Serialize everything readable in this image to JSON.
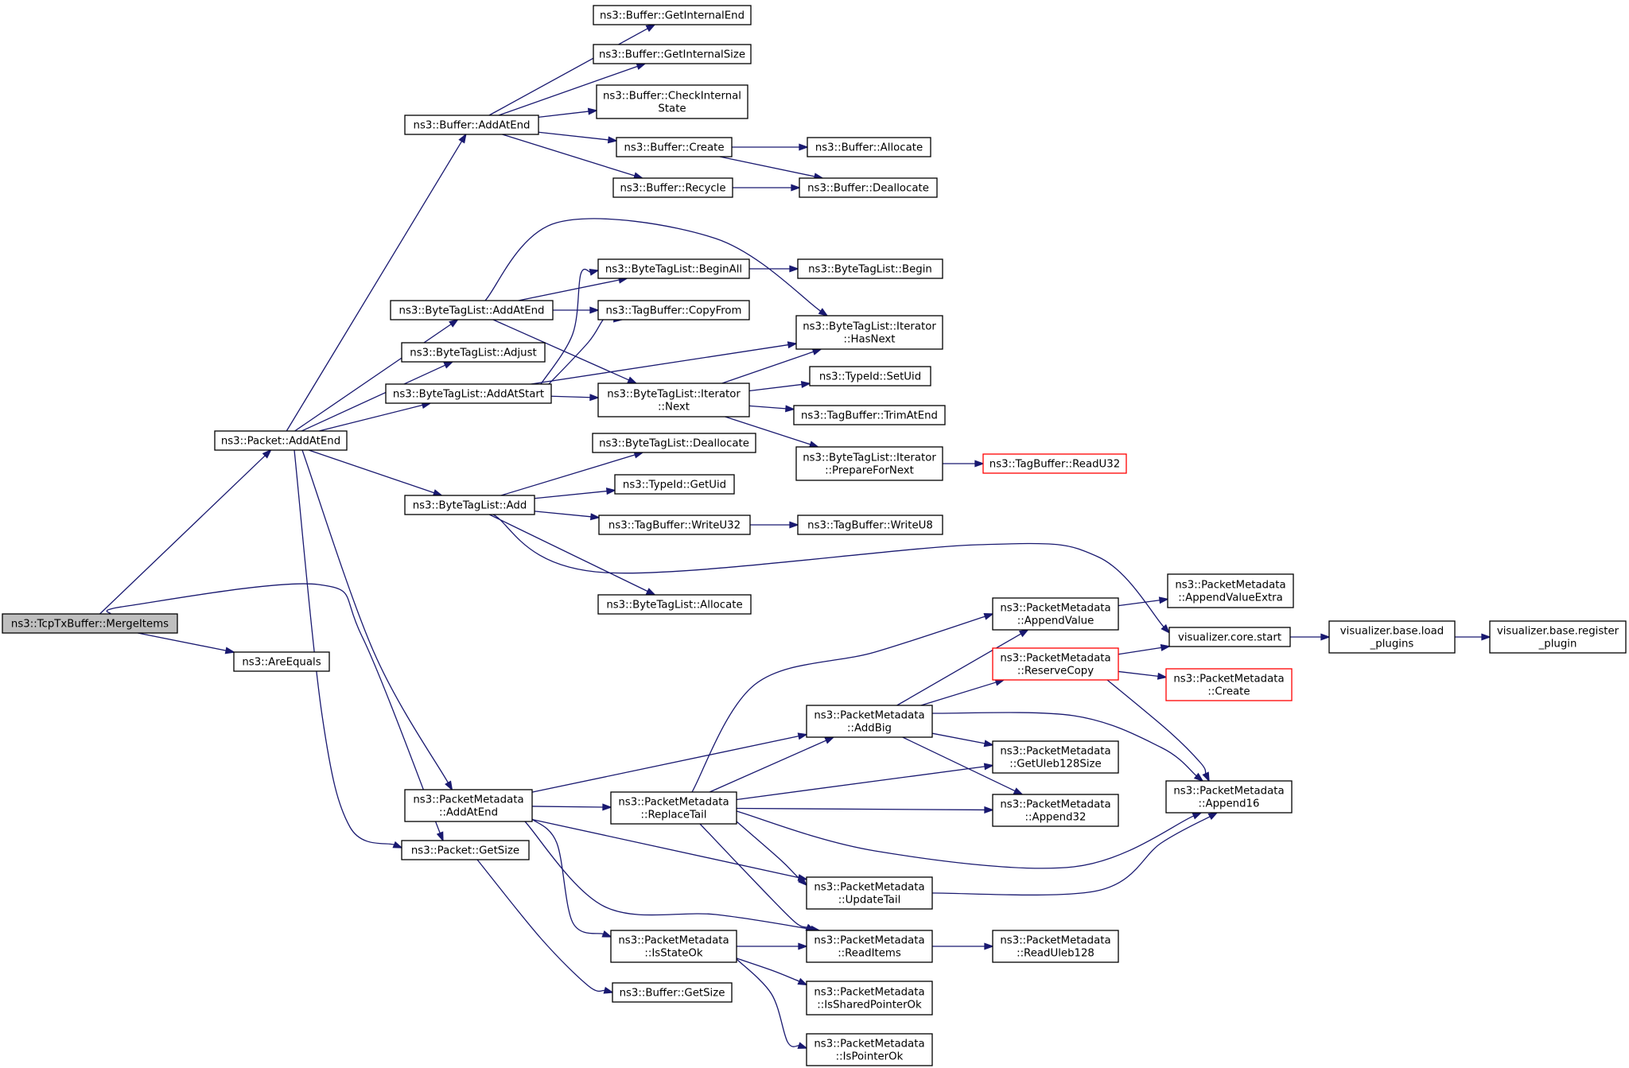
{
  "colors": {
    "edge": "#191970",
    "node_border": "#000000",
    "node_border_truncated": "#ff0000",
    "root_fill": "#bfbfbf",
    "node_fill": "#ffffff"
  },
  "nodes": [
    {
      "id": "merge_items",
      "lines": [
        "ns3::TcpTxBuffer::MergeItems"
      ],
      "root": true
    },
    {
      "id": "packet_add_at_end",
      "lines": [
        "ns3::Packet::AddAtEnd"
      ]
    },
    {
      "id": "are_equals",
      "lines": [
        "ns3::AreEquals"
      ]
    },
    {
      "id": "packet_get_size",
      "lines": [
        "ns3::Packet::GetSize"
      ]
    },
    {
      "id": "buffer_add_at_end",
      "lines": [
        "ns3::Buffer::AddAtEnd"
      ]
    },
    {
      "id": "btl_add_at_end",
      "lines": [
        "ns3::ByteTagList::AddAtEnd"
      ]
    },
    {
      "id": "btl_adjust",
      "lines": [
        "ns3::ByteTagList::Adjust"
      ]
    },
    {
      "id": "btl_add_at_start",
      "lines": [
        "ns3::ByteTagList::AddAtStart"
      ]
    },
    {
      "id": "btl_add",
      "lines": [
        "ns3::ByteTagList::Add"
      ]
    },
    {
      "id": "pm_add_at_end",
      "lines": [
        "ns3::PacketMetadata",
        "::AddAtEnd"
      ]
    },
    {
      "id": "buffer_get_internal_end",
      "lines": [
        "ns3::Buffer::GetInternalEnd"
      ]
    },
    {
      "id": "buffer_get_internal_size",
      "lines": [
        "ns3::Buffer::GetInternalSize"
      ]
    },
    {
      "id": "buffer_check_internal_state",
      "lines": [
        "ns3::Buffer::CheckInternal",
        "State"
      ]
    },
    {
      "id": "buffer_create",
      "lines": [
        "ns3::Buffer::Create"
      ]
    },
    {
      "id": "buffer_recycle",
      "lines": [
        "ns3::Buffer::Recycle"
      ]
    },
    {
      "id": "buffer_allocate",
      "lines": [
        "ns3::Buffer::Allocate"
      ]
    },
    {
      "id": "buffer_deallocate",
      "lines": [
        "ns3::Buffer::Deallocate"
      ]
    },
    {
      "id": "btl_begin_all",
      "lines": [
        "ns3::ByteTagList::BeginAll"
      ]
    },
    {
      "id": "btl_begin",
      "lines": [
        "ns3::ByteTagList::Begin"
      ]
    },
    {
      "id": "tagbuffer_copy_from",
      "lines": [
        "ns3::TagBuffer::CopyFrom"
      ]
    },
    {
      "id": "btl_iter_has_next",
      "lines": [
        "ns3::ByteTagList::Iterator",
        "::HasNext"
      ]
    },
    {
      "id": "btl_iter_next",
      "lines": [
        "ns3::ByteTagList::Iterator",
        "::Next"
      ]
    },
    {
      "id": "typeid_set_uid",
      "lines": [
        "ns3::TypeId::SetUid"
      ]
    },
    {
      "id": "tagbuffer_trim_at_end",
      "lines": [
        "ns3::TagBuffer::TrimAtEnd"
      ]
    },
    {
      "id": "btl_iter_prepare_for_next",
      "lines": [
        "ns3::ByteTagList::Iterator",
        "::PrepareForNext"
      ]
    },
    {
      "id": "tagbuffer_read_u32",
      "lines": [
        "ns3::TagBuffer::ReadU32"
      ],
      "truncated": true
    },
    {
      "id": "btl_deallocate",
      "lines": [
        "ns3::ByteTagList::Deallocate"
      ]
    },
    {
      "id": "typeid_get_uid",
      "lines": [
        "ns3::TypeId::GetUid"
      ]
    },
    {
      "id": "tagbuffer_write_u32",
      "lines": [
        "ns3::TagBuffer::WriteU32"
      ]
    },
    {
      "id": "tagbuffer_write_u8",
      "lines": [
        "ns3::TagBuffer::WriteU8"
      ]
    },
    {
      "id": "btl_allocate",
      "lines": [
        "ns3::ByteTagList::Allocate"
      ]
    },
    {
      "id": "pm_append_value_extra",
      "lines": [
        "ns3::PacketMetadata",
        "::AppendValueExtra"
      ]
    },
    {
      "id": "pm_append_value",
      "lines": [
        "ns3::PacketMetadata",
        "::AppendValue"
      ]
    },
    {
      "id": "visualizer_core_start",
      "lines": [
        "visualizer.core.start"
      ]
    },
    {
      "id": "visualizer_base_load_plugins",
      "lines": [
        "visualizer.base.load",
        "_plugins"
      ]
    },
    {
      "id": "visualizer_base_register_plugin",
      "lines": [
        "visualizer.base.register",
        "_plugin"
      ]
    },
    {
      "id": "pm_reserve_copy",
      "lines": [
        "ns3::PacketMetadata",
        "::ReserveCopy"
      ],
      "truncated": true
    },
    {
      "id": "pm_create",
      "lines": [
        "ns3::PacketMetadata",
        "::Create"
      ],
      "truncated": true
    },
    {
      "id": "pm_add_big",
      "lines": [
        "ns3::PacketMetadata",
        "::AddBig"
      ]
    },
    {
      "id": "pm_get_uleb128_size",
      "lines": [
        "ns3::PacketMetadata",
        "::GetUleb128Size"
      ]
    },
    {
      "id": "pm_replace_tail",
      "lines": [
        "ns3::PacketMetadata",
        "::ReplaceTail"
      ]
    },
    {
      "id": "pm_append32",
      "lines": [
        "ns3::PacketMetadata",
        "::Append32"
      ]
    },
    {
      "id": "pm_append16",
      "lines": [
        "ns3::PacketMetadata",
        "::Append16"
      ]
    },
    {
      "id": "pm_update_tail",
      "lines": [
        "ns3::PacketMetadata",
        "::UpdateTail"
      ]
    },
    {
      "id": "pm_is_state_ok",
      "lines": [
        "ns3::PacketMetadata",
        "::IsStateOk"
      ]
    },
    {
      "id": "pm_read_items",
      "lines": [
        "ns3::PacketMetadata",
        "::ReadItems"
      ]
    },
    {
      "id": "pm_read_uleb128",
      "lines": [
        "ns3::PacketMetadata",
        "::ReadUleb128"
      ]
    },
    {
      "id": "buffer_get_size",
      "lines": [
        "ns3::Buffer::GetSize"
      ]
    },
    {
      "id": "pm_is_shared_pointer_ok",
      "lines": [
        "ns3::PacketMetadata",
        "::IsSharedPointerOk"
      ]
    },
    {
      "id": "pm_is_pointer_ok",
      "lines": [
        "ns3::PacketMetadata",
        "::IsPointerOk"
      ]
    }
  ],
  "edges": [
    {
      "from": "merge_items",
      "to": "packet_add_at_end"
    },
    {
      "from": "merge_items",
      "to": "are_equals"
    },
    {
      "from": "merge_items",
      "to": "packet_get_size"
    },
    {
      "from": "packet_add_at_end",
      "to": "buffer_add_at_end"
    },
    {
      "from": "packet_add_at_end",
      "to": "btl_add_at_end"
    },
    {
      "from": "packet_add_at_end",
      "to": "btl_adjust"
    },
    {
      "from": "packet_add_at_end",
      "to": "btl_add_at_start"
    },
    {
      "from": "packet_add_at_end",
      "to": "btl_add"
    },
    {
      "from": "packet_add_at_end",
      "to": "pm_add_at_end"
    },
    {
      "from": "packet_add_at_end",
      "to": "packet_get_size"
    },
    {
      "from": "buffer_add_at_end",
      "to": "buffer_get_internal_end"
    },
    {
      "from": "buffer_add_at_end",
      "to": "buffer_get_internal_size"
    },
    {
      "from": "buffer_add_at_end",
      "to": "buffer_check_internal_state"
    },
    {
      "from": "buffer_add_at_end",
      "to": "buffer_create"
    },
    {
      "from": "buffer_add_at_end",
      "to": "buffer_recycle"
    },
    {
      "from": "buffer_create",
      "to": "buffer_allocate"
    },
    {
      "from": "buffer_create",
      "to": "buffer_deallocate"
    },
    {
      "from": "buffer_recycle",
      "to": "buffer_deallocate"
    },
    {
      "from": "btl_add_at_end",
      "to": "btl_begin_all"
    },
    {
      "from": "btl_add_at_end",
      "to": "tagbuffer_copy_from"
    },
    {
      "from": "btl_add_at_end",
      "to": "btl_iter_has_next"
    },
    {
      "from": "btl_add_at_end",
      "to": "btl_iter_next"
    },
    {
      "from": "btl_begin_all",
      "to": "btl_begin"
    },
    {
      "from": "btl_add_at_start",
      "to": "btl_begin_all"
    },
    {
      "from": "btl_add_at_start",
      "to": "tagbuffer_copy_from"
    },
    {
      "from": "btl_add_at_start",
      "to": "btl_iter_has_next"
    },
    {
      "from": "btl_add_at_start",
      "to": "btl_iter_next"
    },
    {
      "from": "btl_iter_next",
      "to": "btl_iter_has_next"
    },
    {
      "from": "btl_iter_next",
      "to": "typeid_set_uid"
    },
    {
      "from": "btl_iter_next",
      "to": "tagbuffer_trim_at_end"
    },
    {
      "from": "btl_iter_next",
      "to": "btl_iter_prepare_for_next"
    },
    {
      "from": "btl_iter_prepare_for_next",
      "to": "tagbuffer_read_u32"
    },
    {
      "from": "btl_add",
      "to": "btl_deallocate"
    },
    {
      "from": "btl_add",
      "to": "typeid_get_uid"
    },
    {
      "from": "btl_add",
      "to": "tagbuffer_write_u32"
    },
    {
      "from": "btl_add",
      "to": "btl_allocate"
    },
    {
      "from": "btl_add",
      "to": "visualizer_core_start"
    },
    {
      "from": "tagbuffer_write_u32",
      "to": "tagbuffer_write_u8"
    },
    {
      "from": "pm_add_at_end",
      "to": "pm_add_big"
    },
    {
      "from": "pm_add_at_end",
      "to": "pm_replace_tail"
    },
    {
      "from": "pm_add_at_end",
      "to": "pm_update_tail"
    },
    {
      "from": "pm_add_at_end",
      "to": "pm_read_items"
    },
    {
      "from": "pm_add_at_end",
      "to": "pm_is_state_ok"
    },
    {
      "from": "pm_append_value",
      "to": "pm_append_value_extra"
    },
    {
      "from": "visualizer_core_start",
      "to": "visualizer_base_load_plugins"
    },
    {
      "from": "visualizer_base_load_plugins",
      "to": "visualizer_base_register_plugin"
    },
    {
      "from": "pm_reserve_copy",
      "to": "visualizer_core_start"
    },
    {
      "from": "pm_reserve_copy",
      "to": "pm_create"
    },
    {
      "from": "pm_reserve_copy",
      "to": "pm_append16"
    },
    {
      "from": "pm_add_big",
      "to": "pm_append_value"
    },
    {
      "from": "pm_add_big",
      "to": "pm_reserve_copy"
    },
    {
      "from": "pm_add_big",
      "to": "pm_get_uleb128_size"
    },
    {
      "from": "pm_add_big",
      "to": "pm_append32"
    },
    {
      "from": "pm_add_big",
      "to": "pm_append16"
    },
    {
      "from": "pm_replace_tail",
      "to": "pm_append_value"
    },
    {
      "from": "pm_replace_tail",
      "to": "pm_add_big"
    },
    {
      "from": "pm_replace_tail",
      "to": "pm_get_uleb128_size"
    },
    {
      "from": "pm_replace_tail",
      "to": "pm_append32"
    },
    {
      "from": "pm_replace_tail",
      "to": "pm_append16"
    },
    {
      "from": "pm_replace_tail",
      "to": "pm_update_tail"
    },
    {
      "from": "pm_replace_tail",
      "to": "pm_read_items"
    },
    {
      "from": "pm_update_tail",
      "to": "pm_append16"
    },
    {
      "from": "pm_is_state_ok",
      "to": "pm_read_items"
    },
    {
      "from": "pm_is_state_ok",
      "to": "pm_is_shared_pointer_ok"
    },
    {
      "from": "pm_is_state_ok",
      "to": "pm_is_pointer_ok"
    },
    {
      "from": "pm_read_items",
      "to": "pm_read_uleb128"
    },
    {
      "from": "packet_get_size",
      "to": "buffer_get_size"
    }
  ]
}
